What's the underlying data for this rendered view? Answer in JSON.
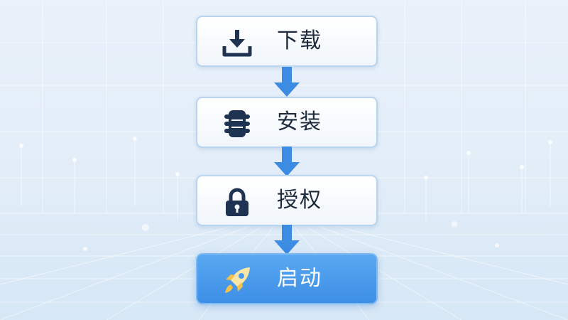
{
  "steps": [
    {
      "label": "下载",
      "icon": "download-icon"
    },
    {
      "label": "安装",
      "icon": "chip-icon"
    },
    {
      "label": "授权",
      "icon": "padlock-icon"
    },
    {
      "label": "启动",
      "icon": "rocket-icon",
      "active": true
    }
  ],
  "colors": {
    "icon_dark": "#1e3252",
    "arrow": "#3c8ce4",
    "active_fill": "#4a9aee",
    "rocket_body": "#fbe6a6",
    "rocket_flame": "#f3c14c"
  }
}
